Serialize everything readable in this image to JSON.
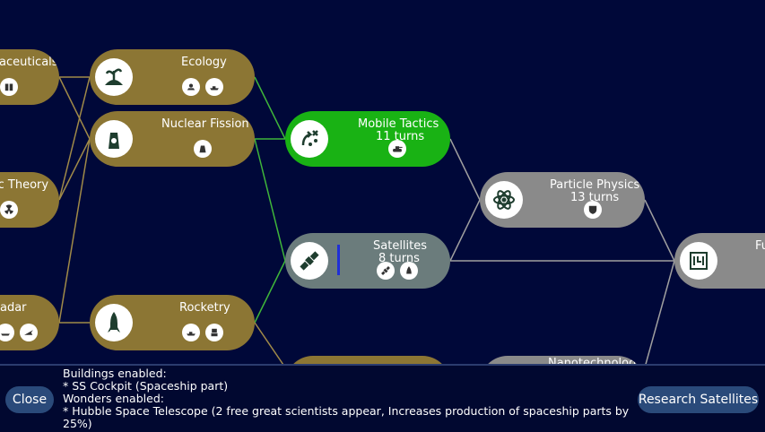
{
  "techs": {
    "pharmaceuticals": {
      "title": "aceuticals"
    },
    "ecology": {
      "title": "Ecology"
    },
    "nuclear_fission": {
      "title": "Nuclear Fission"
    },
    "atomic_theory": {
      "title": "ic Theory"
    },
    "radar": {
      "title": "adar"
    },
    "rocketry": {
      "title": "Rocketry"
    },
    "mobile_tactics": {
      "title": "Mobile Tactics",
      "turns": "11 turns"
    },
    "satellites": {
      "title": "Satellites",
      "turns": "8 turns",
      "progress": 0.0
    },
    "particle_physics": {
      "title": "Particle Physics",
      "turns": "13 turns"
    },
    "fusion": {
      "title": "Fu"
    },
    "nanotechnology": {
      "title": "Nanotechnology"
    }
  },
  "colors": {
    "background": "#000839",
    "researched": "#8c7634",
    "current": "#19b214",
    "available": "#6b7c7c",
    "locked": "#8a8a8a",
    "line_researched": "#a08a48",
    "line_current": "#3fb63a",
    "line_locked": "#a0a0a0",
    "button": "#2a4a7a"
  },
  "icons": {
    "pharmaceuticals": [
      "building-icon"
    ],
    "ecology": [
      "earth-sprout-icon",
      "solar-plant-icon",
      "ship-icon"
    ],
    "nuclear_fission": [
      "nuclear-plant-icon",
      "nuclear-plant-icon"
    ],
    "atomic_theory": [
      "radiation-icon",
      "no-symbol-icon"
    ],
    "radar": [
      "ship-icon",
      "fighter-jet-icon"
    ],
    "rocketry": [
      "rocket-icon",
      "ship-icon",
      "robot-icon"
    ],
    "mobile_tactics": [
      "tactics-icon",
      "tank-icon"
    ],
    "satellites": [
      "satellite-icon",
      "satellite-icon",
      "rocket-cockpit-icon"
    ],
    "particle_physics": [
      "atom-icon",
      "shield-wonder-icon"
    ],
    "fusion": [
      "circuit-icon"
    ]
  },
  "bottom": {
    "close_label": "Close",
    "research_label": "Research Satellites",
    "description": [
      "Buildings enabled:",
      "* SS Cockpit (Spaceship part)",
      "Wonders enabled:",
      " * Hubble Space Telescope (2 free great scientists appear, Increases production of spaceship parts by",
      "25%)"
    ]
  }
}
